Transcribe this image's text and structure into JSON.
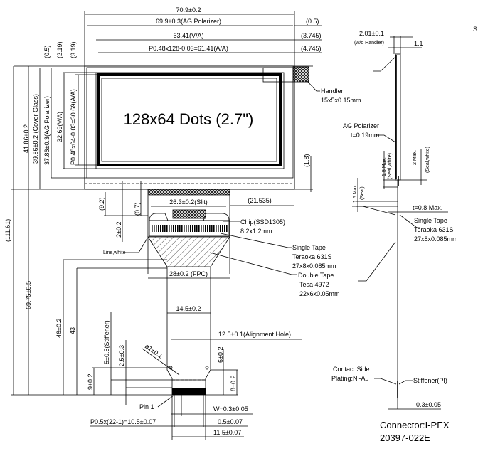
{
  "title": "128x64 Dots (2.7\")",
  "top_dims": {
    "overall": "70.9±0.2",
    "polarizer": "69.9±0.3(AG Polarizer)",
    "va": "63.41(V/A)",
    "aa": "P0.48x128-0.03=61.41(A/A)",
    "r1": "(0.5)",
    "r2": "(3.745)",
    "r3": "(4.745)",
    "v1": "(0.5)",
    "v2": "(2.19)",
    "v3": "(3.19)"
  },
  "left_dims": {
    "overall_h": "41.86±0.2",
    "cover": "39.86±0.2 (Cover Glass)",
    "polarizer": "37.86±0.3(AG Polarizer)",
    "va": "32.69(V/A)",
    "aa": "P0.48x64-0.03=30.69(A/A)",
    "total": "(111.61)",
    "to_tail": "69.75±0.5",
    "d46": "46±0.2",
    "d43": "43",
    "stiffener": "5±0.5(Stiffener)",
    "d25": "2.5±0.3",
    "d9": "9±0.2",
    "d92": "(9.2)",
    "d07": "(0.7)",
    "d2": "2±0.2",
    "d18": "(1.8)"
  },
  "fpc": {
    "slit": "26.3±0.2(Slit)",
    "offset": "(21.535)",
    "line_white": "Line,white",
    "width": "28±0.2 (FPC)",
    "neck": "14.5±0.2",
    "align": "12.5±0.1(Alignment Hole)",
    "hole": "ø1±0.1",
    "d6": "6±0.2",
    "d8": "8±0.2",
    "pin1": "Pin 1",
    "w": "W=0.3±0.05",
    "pitch": "P0.5x(22-1)=10.5±0.07",
    "edge": "0.5±0.07",
    "tail": "11.5±0.07"
  },
  "callouts": {
    "handler": [
      "Handler",
      "15x5x0.15mm"
    ],
    "chip": [
      "Chip(SSD1305)",
      "8.2x1.2mm"
    ],
    "single_tape": [
      "Single Tape",
      "Teraoka 631S",
      "27x8x0.085mm"
    ],
    "double_tape": [
      "Double Tape",
      "Tesa 4972",
      "22x6x0.05mm"
    ]
  },
  "side_view": {
    "thickness": "2.01±0.1",
    "thickness_note": "(w/o Handler)",
    "d11": "1.1",
    "polarizer": [
      "AG Polarizer",
      "t=0.19mm"
    ],
    "seal_white_15": [
      "1.5 Max.",
      "(Seal,white)"
    ],
    "seal_white_2": [
      "2 Max.",
      "(Seal,white)"
    ],
    "seal": [
      "1.5 Max.",
      "(Seal)"
    ],
    "t08": "t=0.8 Max.",
    "single_tape": [
      "Single Tape",
      "Teraoka 631S",
      "27x8x0.085mm"
    ],
    "contact": [
      "Contact Side",
      "Plating:Ni-Au"
    ],
    "stiffener": "Stiffener(PI)",
    "d03": "0.3±0.05",
    "connector": [
      "Connector:I-PEX",
      "20397-022E"
    ],
    "cut_letter": "S"
  }
}
